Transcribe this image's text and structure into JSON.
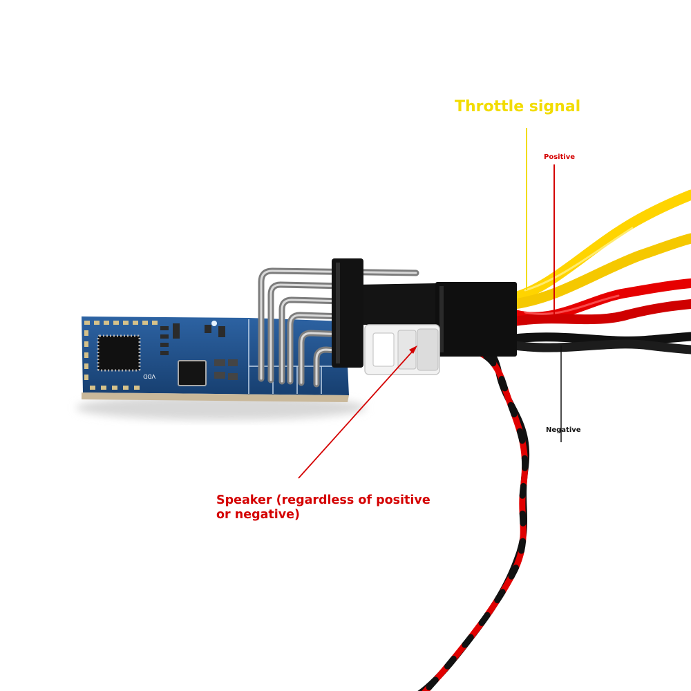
{
  "annotations": {
    "throttle_signal": "Throttle signal",
    "positive": "Positive",
    "negative": "Negative",
    "speaker": "Speaker (regardless of positive or negative)"
  },
  "board_silkscreen": "VDD",
  "colors": {
    "throttle_label": "#f2dc00",
    "positive_label": "#d40000",
    "negative_label": "#111111",
    "speaker_label": "#d40000",
    "pcb": "#1e4f86",
    "wire_yellow": "#ffd400",
    "wire_red": "#e60000",
    "wire_black": "#111111",
    "connector_white": "#f2f2f2",
    "housing_black": "#141414"
  }
}
